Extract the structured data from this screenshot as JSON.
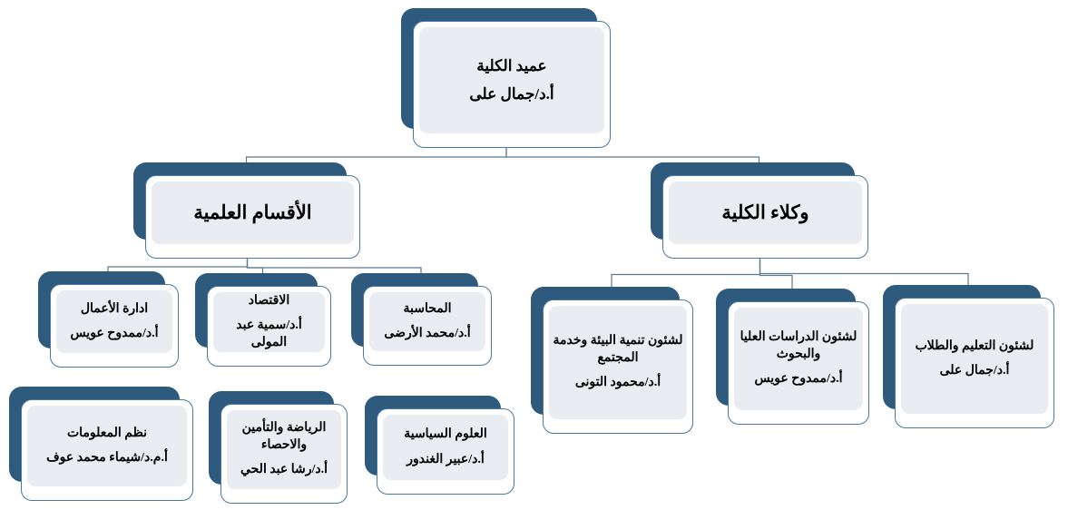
{
  "colors": {
    "shadow": "#2E5A7D",
    "border": "#4878A6",
    "panel": "#E9EDF2",
    "connector": "#5E7A8C",
    "text": "#000000"
  },
  "nodes": [
    {
      "id": "dean",
      "title": "عميد الكلية",
      "person": "أ.د/جمال على"
    },
    {
      "id": "departments",
      "title": "الأقسام العلمية",
      "person": ""
    },
    {
      "id": "deputies",
      "title": "وكلاء الكلية",
      "person": ""
    },
    {
      "id": "business-admin",
      "title": "ادارة الأعمال",
      "person": "أ.د/ممدوح عويس"
    },
    {
      "id": "economics",
      "title": "الاقتصاد",
      "person": "أ.د/سمية عبد المولى"
    },
    {
      "id": "accounting",
      "title": "المحاسبة",
      "person": "أ.د/محمد الأرضى"
    },
    {
      "id": "info-systems",
      "title": "نظم المعلومات",
      "person": "أ.م.د/شيماء محمد عوف"
    },
    {
      "id": "math-insurance-stats",
      "title": "الرياضة والتأمين والاحصاء",
      "person": "أ.د/رشا عبد الحي"
    },
    {
      "id": "political-science",
      "title": "العلوم السياسية",
      "person": "أ.د/عبير الغندور"
    },
    {
      "id": "env-community",
      "title": "لشئون تنمية البيئة وخدمة المجتمع",
      "person": "أ.د/محمود التونى"
    },
    {
      "id": "grad-research",
      "title": "لشئون الدراسات العليا والبحوث",
      "person": "أ.د/ممدوح عويس"
    },
    {
      "id": "education-students",
      "title": "لشئون التعليم والطلاب",
      "person": "أ.د/جمال على"
    }
  ],
  "edges": [
    {
      "from": "dean",
      "to": "departments"
    },
    {
      "from": "dean",
      "to": "deputies"
    },
    {
      "from": "departments",
      "to": "business-admin"
    },
    {
      "from": "departments",
      "to": "economics"
    },
    {
      "from": "departments",
      "to": "accounting"
    },
    {
      "from": "deputies",
      "to": "env-community"
    },
    {
      "from": "deputies",
      "to": "grad-research"
    },
    {
      "from": "deputies",
      "to": "education-students"
    }
  ]
}
